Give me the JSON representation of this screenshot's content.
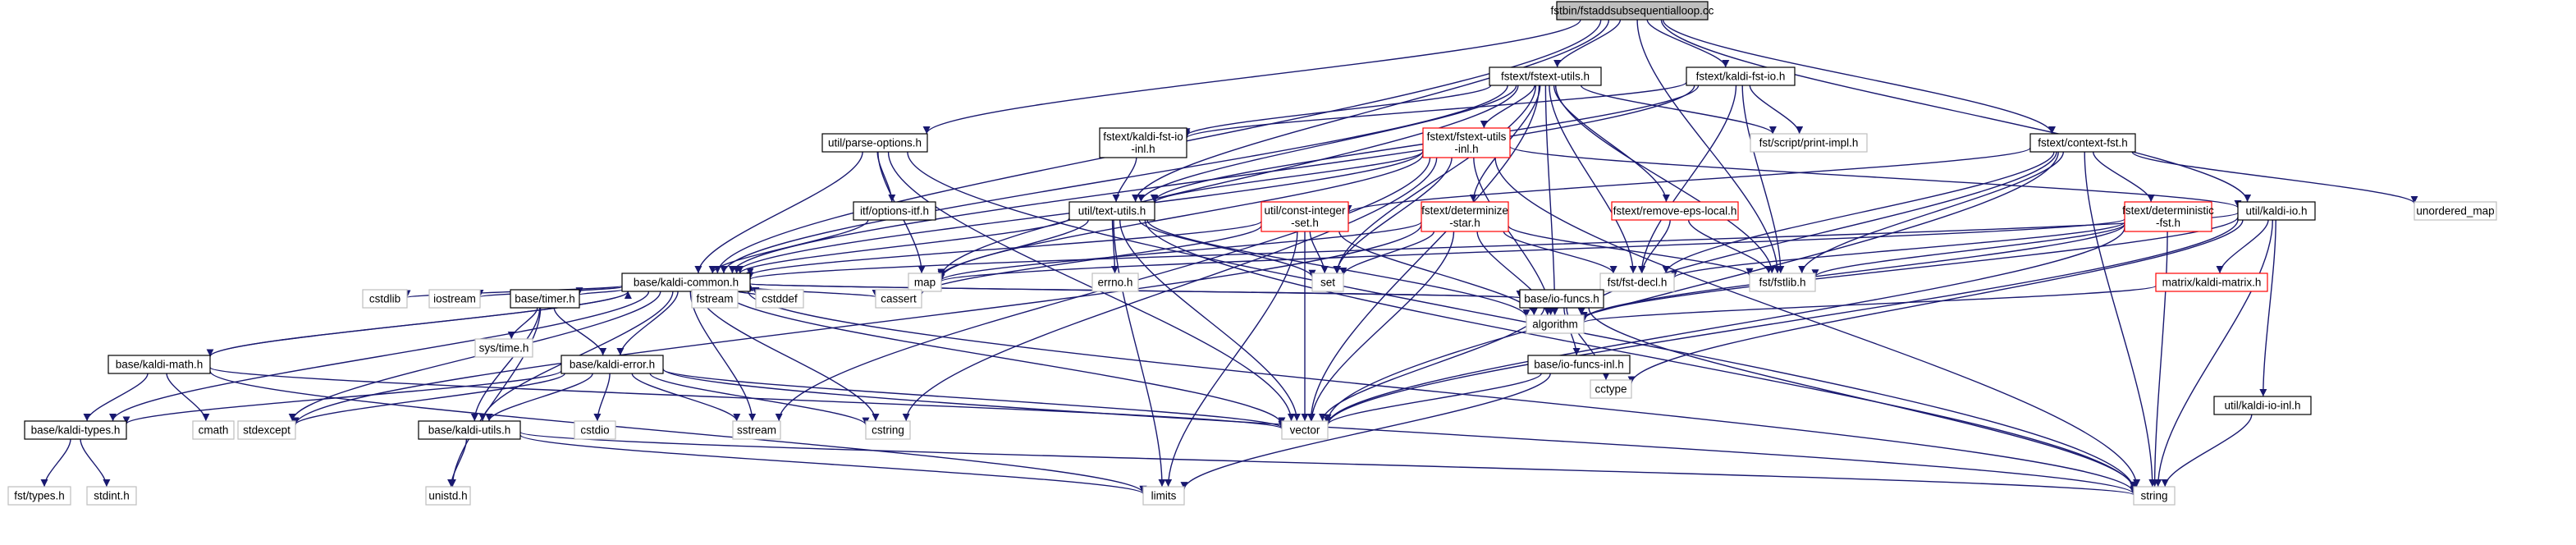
{
  "colors": {
    "edge": "#191970",
    "root_fill": "#bfbfbf",
    "file_border": "#000000",
    "incomplete_border": "#ff0000",
    "system_border": "#bfbfbf",
    "background": "#ffffff"
  },
  "nodes": [
    {
      "id": "root",
      "lines": [
        "fstbin/fstaddsubsequentialloop.cc"
      ],
      "kind": "root"
    },
    {
      "id": "fstext-utils",
      "lines": [
        "fstext/fstext-utils.h"
      ],
      "kind": "file"
    },
    {
      "id": "kaldi-fst-io",
      "lines": [
        "fstext/kaldi-fst-io.h"
      ],
      "kind": "file"
    },
    {
      "id": "parse-options",
      "lines": [
        "util/parse-options.h"
      ],
      "kind": "file"
    },
    {
      "id": "context-fst",
      "lines": [
        "fstext/context-fst.h"
      ],
      "kind": "file"
    },
    {
      "id": "kaldi-fst-io-inl",
      "lines": [
        "fstext/kaldi-fst-io",
        "-inl.h"
      ],
      "kind": "file"
    },
    {
      "id": "fstext-utils-inl",
      "lines": [
        "fstext/fstext-utils",
        "-inl.h"
      ],
      "kind": "incomplete"
    },
    {
      "id": "print-impl",
      "lines": [
        "fst/script/print-impl.h"
      ],
      "kind": "system"
    },
    {
      "id": "options-itf",
      "lines": [
        "itf/options-itf.h"
      ],
      "kind": "file"
    },
    {
      "id": "text-utils",
      "lines": [
        "util/text-utils.h"
      ],
      "kind": "file"
    },
    {
      "id": "const-integer-set",
      "lines": [
        "util/const-integer",
        "-set.h"
      ],
      "kind": "incomplete"
    },
    {
      "id": "determinize-star",
      "lines": [
        "fstext/determinize",
        "-star.h"
      ],
      "kind": "incomplete"
    },
    {
      "id": "remove-eps-local",
      "lines": [
        "fstext/remove-eps-local.h"
      ],
      "kind": "incomplete"
    },
    {
      "id": "deterministic-fst",
      "lines": [
        "fstext/deterministic",
        "-fst.h"
      ],
      "kind": "incomplete"
    },
    {
      "id": "kaldi-io",
      "lines": [
        "util/kaldi-io.h"
      ],
      "kind": "file"
    },
    {
      "id": "unordered-map",
      "lines": [
        "unordered_map"
      ],
      "kind": "system"
    },
    {
      "id": "kaldi-common",
      "lines": [
        "base/kaldi-common.h"
      ],
      "kind": "file"
    },
    {
      "id": "map",
      "lines": [
        "map"
      ],
      "kind": "system"
    },
    {
      "id": "errno",
      "lines": [
        "errno.h"
      ],
      "kind": "system"
    },
    {
      "id": "set",
      "lines": [
        "set"
      ],
      "kind": "system"
    },
    {
      "id": "fst-decl",
      "lines": [
        "fst/fst-decl.h"
      ],
      "kind": "system"
    },
    {
      "id": "fstlib",
      "lines": [
        "fst/fstlib.h"
      ],
      "kind": "system"
    },
    {
      "id": "kaldi-matrix",
      "lines": [
        "matrix/kaldi-matrix.h"
      ],
      "kind": "incomplete"
    },
    {
      "id": "cstdlib",
      "lines": [
        "cstdlib"
      ],
      "kind": "system"
    },
    {
      "id": "iostream",
      "lines": [
        "iostream"
      ],
      "kind": "system"
    },
    {
      "id": "timer",
      "lines": [
        "base/timer.h"
      ],
      "kind": "file"
    },
    {
      "id": "fstream",
      "lines": [
        "fstream"
      ],
      "kind": "system"
    },
    {
      "id": "cstddef",
      "lines": [
        "cstddef"
      ],
      "kind": "system"
    },
    {
      "id": "cassert",
      "lines": [
        "cassert"
      ],
      "kind": "system"
    },
    {
      "id": "io-funcs",
      "lines": [
        "base/io-funcs.h"
      ],
      "kind": "file"
    },
    {
      "id": "algorithm",
      "lines": [
        "algorithm"
      ],
      "kind": "system"
    },
    {
      "id": "systime",
      "lines": [
        "sys/time.h"
      ],
      "kind": "system"
    },
    {
      "id": "kaldi-math",
      "lines": [
        "base/kaldi-math.h"
      ],
      "kind": "file"
    },
    {
      "id": "kaldi-error",
      "lines": [
        "base/kaldi-error.h"
      ],
      "kind": "file"
    },
    {
      "id": "io-funcs-inl",
      "lines": [
        "base/io-funcs-inl.h"
      ],
      "kind": "file"
    },
    {
      "id": "cctype",
      "lines": [
        "cctype"
      ],
      "kind": "system"
    },
    {
      "id": "kaldi-io-inl",
      "lines": [
        "util/kaldi-io-inl.h"
      ],
      "kind": "file"
    },
    {
      "id": "kaldi-types",
      "lines": [
        "base/kaldi-types.h"
      ],
      "kind": "file"
    },
    {
      "id": "cmath",
      "lines": [
        "cmath"
      ],
      "kind": "system"
    },
    {
      "id": "stdexcept",
      "lines": [
        "stdexcept"
      ],
      "kind": "system"
    },
    {
      "id": "kaldi-utils",
      "lines": [
        "base/kaldi-utils.h"
      ],
      "kind": "file"
    },
    {
      "id": "cstdio",
      "lines": [
        "cstdio"
      ],
      "kind": "system"
    },
    {
      "id": "sstream",
      "lines": [
        "sstream"
      ],
      "kind": "system"
    },
    {
      "id": "cstring",
      "lines": [
        "cstring"
      ],
      "kind": "system"
    },
    {
      "id": "vector",
      "lines": [
        "vector"
      ],
      "kind": "system"
    },
    {
      "id": "fst-types",
      "lines": [
        "fst/types.h"
      ],
      "kind": "system"
    },
    {
      "id": "stdint",
      "lines": [
        "stdint.h"
      ],
      "kind": "system"
    },
    {
      "id": "unistd",
      "lines": [
        "unistd.h"
      ],
      "kind": "system"
    },
    {
      "id": "limits",
      "lines": [
        "limits"
      ],
      "kind": "system"
    },
    {
      "id": "string",
      "lines": [
        "string"
      ],
      "kind": "system"
    }
  ],
  "edges": [
    [
      "root",
      "fstext-utils"
    ],
    [
      "root",
      "kaldi-fst-io"
    ],
    [
      "root",
      "parse-options"
    ],
    [
      "root",
      "context-fst"
    ],
    [
      "root",
      "kaldi-io"
    ],
    [
      "root",
      "kaldi-common"
    ],
    [
      "root",
      "text-utils"
    ],
    [
      "root",
      "fstlib"
    ],
    [
      "fstext-utils",
      "fstext-utils-inl"
    ],
    [
      "fstext-utils",
      "kaldi-fst-io-inl"
    ],
    [
      "fstext-utils",
      "print-impl"
    ],
    [
      "fstext-utils",
      "text-utils"
    ],
    [
      "fstext-utils",
      "determinize-star"
    ],
    [
      "fstext-utils",
      "remove-eps-local"
    ],
    [
      "fstext-utils",
      "fst-decl"
    ],
    [
      "fstext-utils",
      "fstlib"
    ],
    [
      "fstext-utils",
      "kaldi-common"
    ],
    [
      "fstext-utils",
      "set"
    ],
    [
      "fstext-utils",
      "vector"
    ],
    [
      "fstext-utils",
      "algorithm"
    ],
    [
      "fstext-utils",
      "map"
    ],
    [
      "kaldi-fst-io",
      "print-impl"
    ],
    [
      "kaldi-fst-io",
      "kaldi-fst-io-inl"
    ],
    [
      "kaldi-fst-io",
      "text-utils"
    ],
    [
      "kaldi-fst-io",
      "fst-decl"
    ],
    [
      "kaldi-fst-io",
      "fstlib"
    ],
    [
      "kaldi-fst-io",
      "kaldi-common"
    ],
    [
      "parse-options",
      "options-itf"
    ],
    [
      "parse-options",
      "kaldi-common"
    ],
    [
      "parse-options",
      "map"
    ],
    [
      "parse-options",
      "vector"
    ],
    [
      "parse-options",
      "string"
    ],
    [
      "context-fst",
      "deterministic-fst"
    ],
    [
      "context-fst",
      "const-integer-set"
    ],
    [
      "context-fst",
      "unordered-map"
    ],
    [
      "context-fst",
      "fst-decl"
    ],
    [
      "context-fst",
      "fstlib"
    ],
    [
      "context-fst",
      "algorithm"
    ],
    [
      "context-fst",
      "string"
    ],
    [
      "context-fst",
      "vector"
    ],
    [
      "kaldi-fst-io-inl",
      "text-utils"
    ],
    [
      "fstext-utils-inl",
      "text-utils"
    ],
    [
      "fstext-utils-inl",
      "kaldi-common"
    ],
    [
      "fstext-utils-inl",
      "kaldi-io"
    ],
    [
      "fstext-utils-inl",
      "algorithm"
    ],
    [
      "fstext-utils-inl",
      "map"
    ],
    [
      "fstext-utils-inl",
      "set"
    ],
    [
      "fstext-utils-inl",
      "cstring"
    ],
    [
      "fstext-utils-inl",
      "sstream"
    ],
    [
      "fstext-utils-inl",
      "string"
    ],
    [
      "options-itf",
      "kaldi-common"
    ],
    [
      "text-utils",
      "kaldi-common"
    ],
    [
      "text-utils",
      "errno"
    ],
    [
      "text-utils",
      "map"
    ],
    [
      "text-utils",
      "set"
    ],
    [
      "text-utils",
      "algorithm"
    ],
    [
      "text-utils",
      "vector"
    ],
    [
      "text-utils",
      "limits"
    ],
    [
      "text-utils",
      "string"
    ],
    [
      "const-integer-set",
      "kaldi-common"
    ],
    [
      "const-integer-set",
      "set"
    ],
    [
      "const-integer-set",
      "algorithm"
    ],
    [
      "const-integer-set",
      "vector"
    ],
    [
      "const-integer-set",
      "cassert"
    ],
    [
      "const-integer-set",
      "limits"
    ],
    [
      "determinize-star",
      "fst-decl"
    ],
    [
      "determinize-star",
      "fstlib"
    ],
    [
      "determinize-star",
      "map"
    ],
    [
      "determinize-star",
      "set"
    ],
    [
      "determinize-star",
      "algorithm"
    ],
    [
      "determinize-star",
      "vector"
    ],
    [
      "determinize-star",
      "stdexcept"
    ],
    [
      "remove-eps-local",
      "fst-decl"
    ],
    [
      "remove-eps-local",
      "fstlib"
    ],
    [
      "deterministic-fst",
      "fst-decl"
    ],
    [
      "deterministic-fst",
      "fstlib"
    ],
    [
      "deterministic-fst",
      "algorithm"
    ],
    [
      "deterministic-fst",
      "string"
    ],
    [
      "deterministic-fst",
      "vector"
    ],
    [
      "deterministic-fst",
      "map"
    ],
    [
      "kaldi-io",
      "kaldi-common"
    ],
    [
      "kaldi-io",
      "kaldi-matrix"
    ],
    [
      "kaldi-io",
      "kaldi-io-inl"
    ],
    [
      "kaldi-io",
      "cctype"
    ],
    [
      "kaldi-io",
      "algorithm"
    ],
    [
      "kaldi-io",
      "string"
    ],
    [
      "kaldi-io",
      "vector"
    ],
    [
      "kaldi-matrix",
      "algorithm"
    ],
    [
      "kaldi-common",
      "cstdlib"
    ],
    [
      "kaldi-common",
      "iostream"
    ],
    [
      "kaldi-common",
      "timer"
    ],
    [
      "kaldi-common",
      "fstream"
    ],
    [
      "kaldi-common",
      "cstddef"
    ],
    [
      "kaldi-common",
      "cassert"
    ],
    [
      "kaldi-common",
      "io-funcs"
    ],
    [
      "kaldi-common",
      "kaldi-math"
    ],
    [
      "kaldi-common",
      "kaldi-error"
    ],
    [
      "kaldi-common",
      "kaldi-types"
    ],
    [
      "kaldi-common",
      "kaldi-utils"
    ],
    [
      "kaldi-common",
      "stdexcept"
    ],
    [
      "kaldi-common",
      "sstream"
    ],
    [
      "kaldi-common",
      "cstring"
    ],
    [
      "kaldi-common",
      "vector"
    ],
    [
      "kaldi-common",
      "string"
    ],
    [
      "timer",
      "systime"
    ],
    [
      "timer",
      "kaldi-error"
    ],
    [
      "timer",
      "kaldi-utils"
    ],
    [
      "timer",
      "unistd"
    ],
    [
      "io-funcs",
      "kaldi-common"
    ],
    [
      "io-funcs",
      "io-funcs-inl"
    ],
    [
      "io-funcs",
      "cctype"
    ],
    [
      "io-funcs",
      "vector"
    ],
    [
      "io-funcs",
      "string"
    ],
    [
      "io-funcs-inl",
      "vector"
    ],
    [
      "io-funcs-inl",
      "limits"
    ],
    [
      "kaldi-math",
      "kaldi-common"
    ],
    [
      "kaldi-math",
      "kaldi-types"
    ],
    [
      "kaldi-math",
      "cmath"
    ],
    [
      "kaldi-math",
      "vector"
    ],
    [
      "kaldi-math",
      "limits"
    ],
    [
      "kaldi-error",
      "kaldi-types"
    ],
    [
      "kaldi-error",
      "kaldi-utils"
    ],
    [
      "kaldi-error",
      "stdexcept"
    ],
    [
      "kaldi-error",
      "cstdio"
    ],
    [
      "kaldi-error",
      "sstream"
    ],
    [
      "kaldi-error",
      "cstring"
    ],
    [
      "kaldi-error",
      "vector"
    ],
    [
      "kaldi-error",
      "string"
    ],
    [
      "kaldi-io-inl",
      "string"
    ],
    [
      "kaldi-types",
      "fst-types"
    ],
    [
      "kaldi-types",
      "stdint"
    ],
    [
      "kaldi-utils",
      "unistd"
    ],
    [
      "kaldi-utils",
      "limits"
    ],
    [
      "kaldi-utils",
      "string"
    ]
  ]
}
